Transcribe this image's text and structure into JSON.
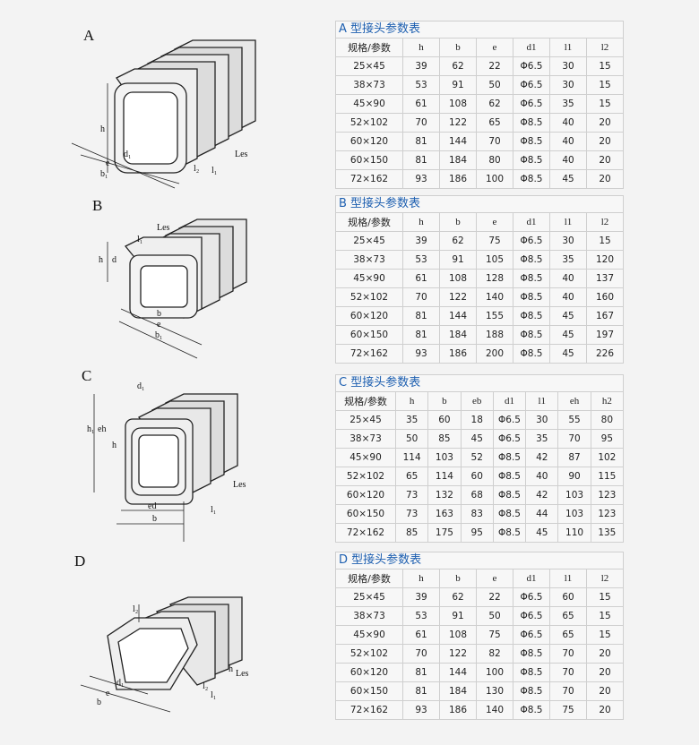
{
  "figures": [
    {
      "letter": "A",
      "labels": [
        "h",
        "d₁",
        "e",
        "b₁",
        "l₂",
        "l₁",
        "Les"
      ]
    },
    {
      "letter": "B",
      "labels": [
        "Les",
        "h",
        "d",
        "l₁",
        "b",
        "e",
        "b₁"
      ]
    },
    {
      "letter": "C",
      "labels": [
        "d₁",
        "h₁",
        "eh",
        "h",
        "ed",
        "b",
        "Les",
        "l₁"
      ]
    },
    {
      "letter": "D",
      "labels": [
        "l₂",
        "h",
        "Les",
        "d₁",
        "e",
        "b",
        "l₂",
        "l₁"
      ]
    }
  ],
  "tables": [
    {
      "title": "A 型接头参数表",
      "headers": [
        "规格/参数",
        "h",
        "b",
        "e",
        "d1",
        "l1",
        "l2"
      ],
      "rows": [
        [
          "25×45",
          "39",
          "62",
          "22",
          "Φ6.5",
          "30",
          "15"
        ],
        [
          "38×73",
          "53",
          "91",
          "50",
          "Φ6.5",
          "30",
          "15"
        ],
        [
          "45×90",
          "61",
          "108",
          "62",
          "Φ6.5",
          "35",
          "15"
        ],
        [
          "52×102",
          "70",
          "122",
          "65",
          "Φ8.5",
          "40",
          "20"
        ],
        [
          "60×120",
          "81",
          "144",
          "70",
          "Φ8.5",
          "40",
          "20"
        ],
        [
          "60×150",
          "81",
          "184",
          "80",
          "Φ8.5",
          "40",
          "20"
        ],
        [
          "72×162",
          "93",
          "186",
          "100",
          "Φ8.5",
          "45",
          "20"
        ]
      ]
    },
    {
      "title": "B 型接头参数表",
      "headers": [
        "规格/参数",
        "h",
        "b",
        "e",
        "d1",
        "l1",
        "l2"
      ],
      "rows": [
        [
          "25×45",
          "39",
          "62",
          "75",
          "Φ6.5",
          "30",
          "15"
        ],
        [
          "38×73",
          "53",
          "91",
          "105",
          "Φ8.5",
          "35",
          "120"
        ],
        [
          "45×90",
          "61",
          "108",
          "128",
          "Φ8.5",
          "40",
          "137"
        ],
        [
          "52×102",
          "70",
          "122",
          "140",
          "Φ8.5",
          "40",
          "160"
        ],
        [
          "60×120",
          "81",
          "144",
          "155",
          "Φ8.5",
          "45",
          "167"
        ],
        [
          "60×150",
          "81",
          "184",
          "188",
          "Φ8.5",
          "45",
          "197"
        ],
        [
          "72×162",
          "93",
          "186",
          "200",
          "Φ8.5",
          "45",
          "226"
        ]
      ]
    },
    {
      "title": "C 型接头参数表",
      "headers": [
        "规格/参数",
        "h",
        "b",
        "eb",
        "d1",
        "l1",
        "eh",
        "h2"
      ],
      "rows": [
        [
          "25×45",
          "35",
          "60",
          "18",
          "Φ6.5",
          "30",
          "55",
          "80"
        ],
        [
          "38×73",
          "50",
          "85",
          "45",
          "Φ6.5",
          "35",
          "70",
          "95"
        ],
        [
          "45×90",
          "114",
          "103",
          "52",
          "Φ8.5",
          "42",
          "87",
          "102"
        ],
        [
          "52×102",
          "65",
          "114",
          "60",
          "Φ8.5",
          "40",
          "90",
          "115"
        ],
        [
          "60×120",
          "73",
          "132",
          "68",
          "Φ8.5",
          "42",
          "103",
          "123"
        ],
        [
          "60×150",
          "73",
          "163",
          "83",
          "Φ8.5",
          "44",
          "103",
          "123"
        ],
        [
          "72×162",
          "85",
          "175",
          "95",
          "Φ8.5",
          "45",
          "110",
          "135"
        ]
      ]
    },
    {
      "title": "D 型接头参数表",
      "headers": [
        "规格/参数",
        "h",
        "b",
        "e",
        "d1",
        "l1",
        "l2"
      ],
      "rows": [
        [
          "25×45",
          "39",
          "62",
          "22",
          "Φ6.5",
          "60",
          "15"
        ],
        [
          "38×73",
          "53",
          "91",
          "50",
          "Φ6.5",
          "65",
          "15"
        ],
        [
          "45×90",
          "61",
          "108",
          "75",
          "Φ6.5",
          "65",
          "15"
        ],
        [
          "52×102",
          "70",
          "122",
          "82",
          "Φ8.5",
          "70",
          "20"
        ],
        [
          "60×120",
          "81",
          "144",
          "100",
          "Φ8.5",
          "70",
          "20"
        ],
        [
          "60×150",
          "81",
          "184",
          "130",
          "Φ8.5",
          "70",
          "20"
        ],
        [
          "72×162",
          "93",
          "186",
          "140",
          "Φ8.5",
          "75",
          "20"
        ]
      ]
    }
  ]
}
